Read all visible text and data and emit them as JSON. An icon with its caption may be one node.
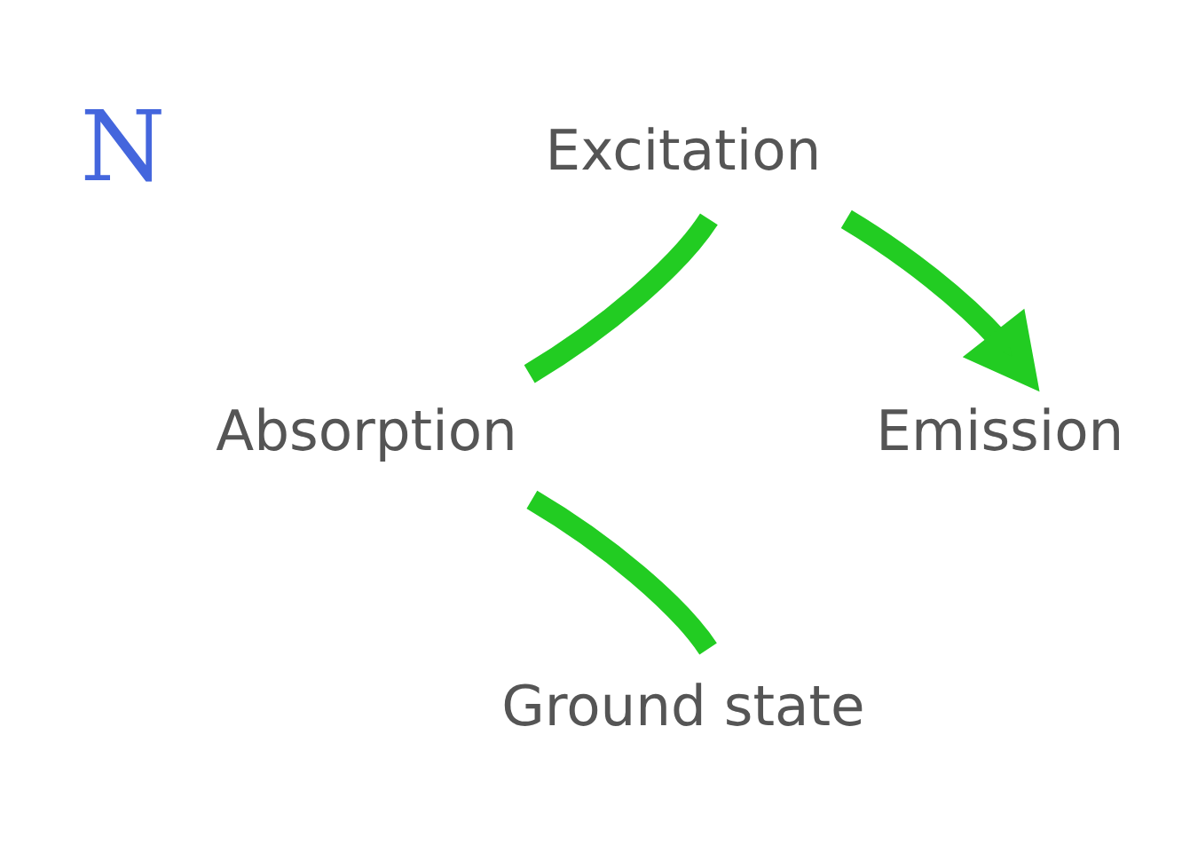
{
  "diagram": {
    "nodes": [
      {
        "text": [
          "Excitation"
        ]
      },
      {
        "text": [
          "Absorption"
        ]
      },
      {
        "text": [
          "Emission"
        ]
      },
      {
        "text": [
          "Ground state"
        ]
      }
    ],
    "edges": [
      {
        "from": 3,
        "to": 1,
        "arrow": "none"
      },
      {
        "from": 1,
        "to": 0,
        "arrow": "none"
      },
      {
        "from": 0,
        "to": 2,
        "arrow": "to"
      }
    ],
    "labels": [
      "N"
    ]
  }
}
